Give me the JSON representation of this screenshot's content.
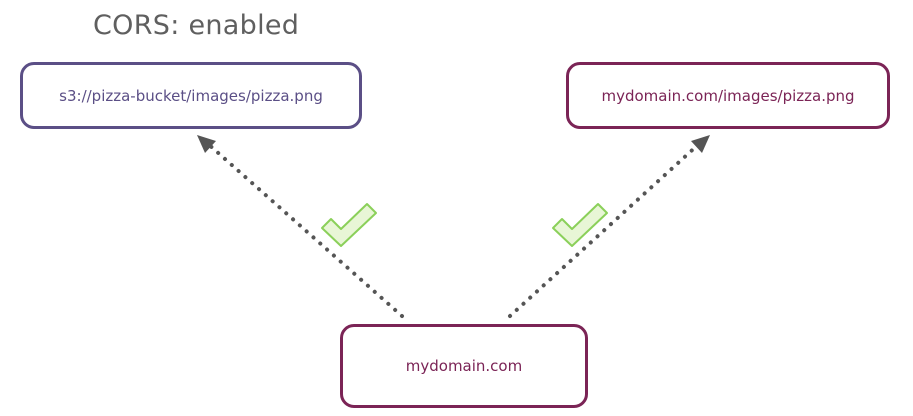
{
  "title": "CORS: enabled",
  "nodes": {
    "s3": {
      "label": "s3://pizza-bucket/images/pizza.png"
    },
    "mydomain_images": {
      "label": "mydomain.com/images/pizza.png"
    },
    "origin": {
      "label": "mydomain.com"
    }
  },
  "edges": [
    {
      "from": "origin",
      "to": "s3",
      "style": "dotted",
      "status": "check-icon"
    },
    {
      "from": "origin",
      "to": "mydomain_images",
      "style": "dotted",
      "status": "check-icon"
    }
  ],
  "colors": {
    "s3_border": "#5b4f86",
    "s3_text": "#5b4f86",
    "mydomain_border": "#7b2456",
    "mydomain_text": "#7b2456",
    "arrow": "#555555",
    "check_fill": "#e8f6d6",
    "check_stroke": "#8bd05a",
    "title_text": "#5f5f5f"
  }
}
